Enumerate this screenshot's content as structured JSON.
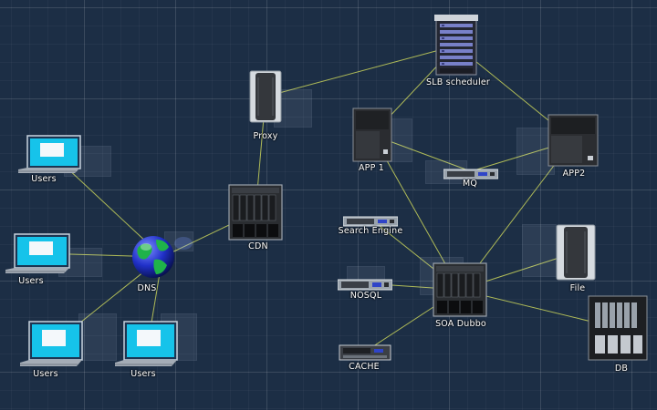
{
  "colors": {
    "background": "#1c2e45",
    "link": "#c8d25a",
    "label": "#ffffff"
  },
  "nodes": [
    {
      "id": "users1",
      "label": "Users",
      "icon": "laptop-icon"
    },
    {
      "id": "users2",
      "label": "Users",
      "icon": "laptop-icon"
    },
    {
      "id": "users3",
      "label": "Users",
      "icon": "laptop-icon"
    },
    {
      "id": "users4",
      "label": "Users",
      "icon": "laptop-icon"
    },
    {
      "id": "dns",
      "label": "DNS",
      "icon": "globe-icon"
    },
    {
      "id": "cdn",
      "label": "CDN",
      "icon": "blade-server-icon"
    },
    {
      "id": "proxy",
      "label": "Proxy",
      "icon": "tower-server-icon"
    },
    {
      "id": "slb",
      "label": "SLB scheduler",
      "icon": "rack-server-icon"
    },
    {
      "id": "app1",
      "label": "APP 1",
      "icon": "tower-server-icon"
    },
    {
      "id": "app2",
      "label": "APP2",
      "icon": "tower-server-icon"
    },
    {
      "id": "mq",
      "label": "MQ",
      "icon": "rack-unit-icon"
    },
    {
      "id": "search",
      "label": "Search Engine",
      "icon": "rack-unit-icon"
    },
    {
      "id": "nosql",
      "label": "NOSQL",
      "icon": "rack-unit-icon"
    },
    {
      "id": "cache",
      "label": "CACHE",
      "icon": "rack-unit-icon"
    },
    {
      "id": "soa",
      "label": "SOA Dubbo",
      "icon": "blade-server-icon"
    },
    {
      "id": "file",
      "label": "File",
      "icon": "tower-server-icon"
    },
    {
      "id": "db",
      "label": "DB",
      "icon": "storage-array-icon"
    }
  ],
  "links": [
    [
      "users1",
      "dns"
    ],
    [
      "users2",
      "dns"
    ],
    [
      "users3",
      "dns"
    ],
    [
      "users4",
      "dns"
    ],
    [
      "dns",
      "cdn"
    ],
    [
      "cdn",
      "proxy"
    ],
    [
      "proxy",
      "slb"
    ],
    [
      "slb",
      "app1"
    ],
    [
      "slb",
      "app2"
    ],
    [
      "app1",
      "mq"
    ],
    [
      "mq",
      "app2"
    ],
    [
      "app1",
      "soa"
    ],
    [
      "app2",
      "soa"
    ],
    [
      "search",
      "soa"
    ],
    [
      "nosql",
      "soa"
    ],
    [
      "cache",
      "soa"
    ],
    [
      "soa",
      "file"
    ],
    [
      "soa",
      "db"
    ]
  ]
}
